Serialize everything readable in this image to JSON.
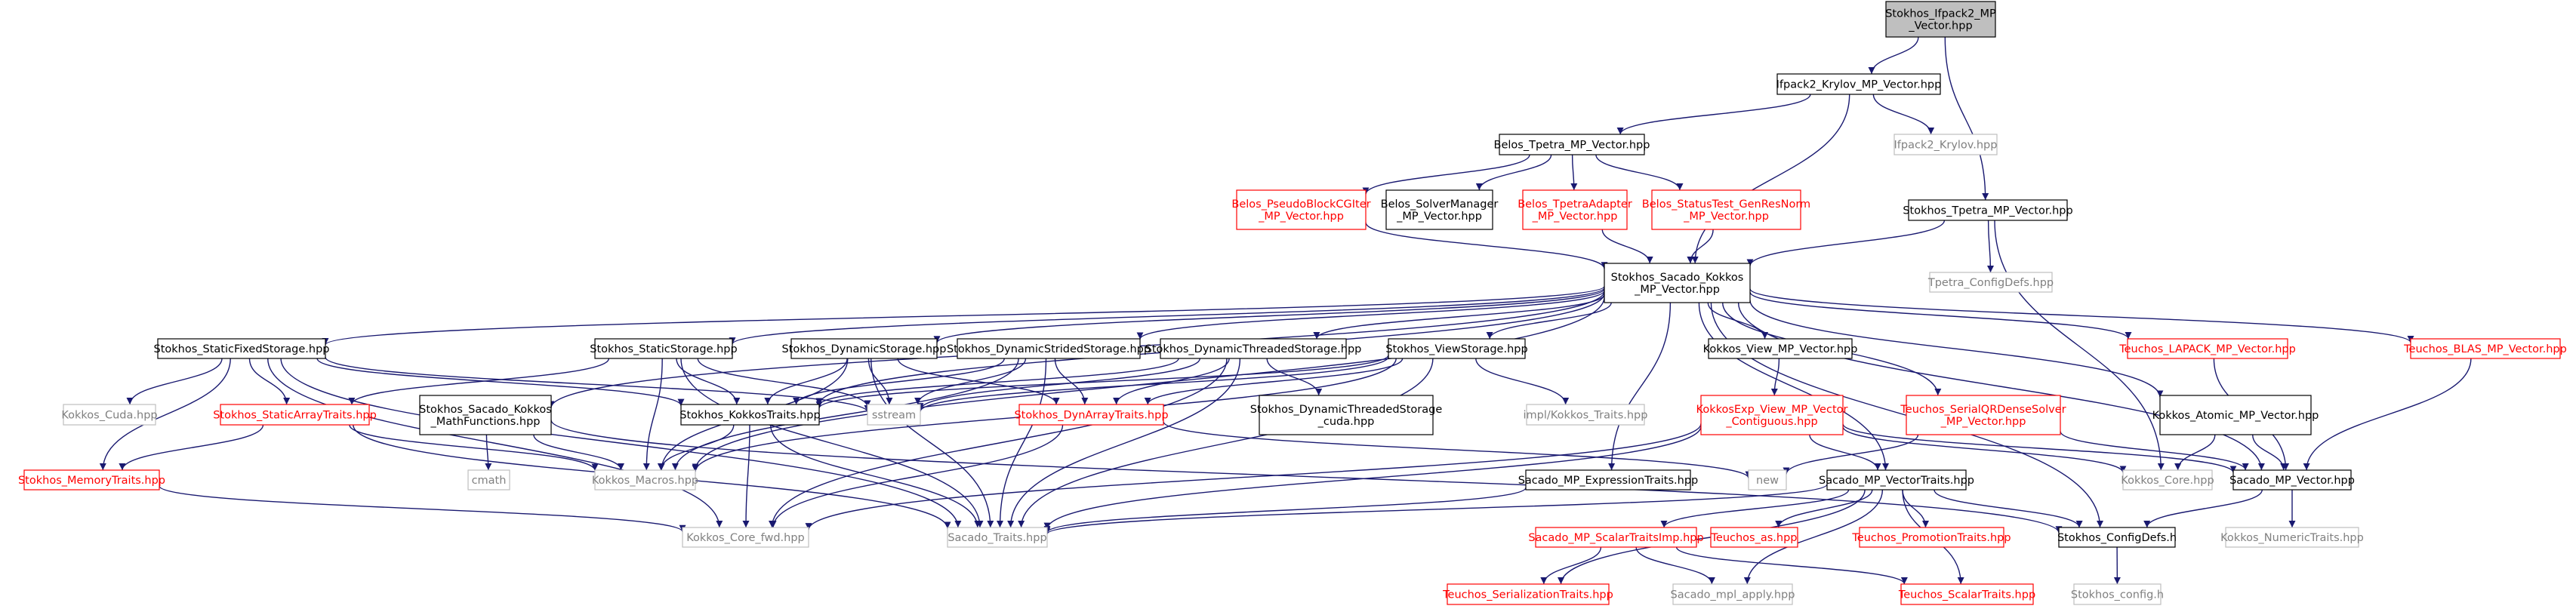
{
  "colors": {
    "edge": "#191970",
    "normal_border": "#000000",
    "normal_text": "#000000",
    "root_fill": "#bfbfbf",
    "linked_red_border": "#ff0000",
    "linked_red_text": "#ff0000",
    "external_border": "#bfbfbf",
    "external_text": "#808080"
  },
  "nodes": [
    {
      "id": "root",
      "kind": "root",
      "lines": [
        "Stokhos_Ifpack2_MP",
        "_Vector.hpp"
      ]
    },
    {
      "id": "ifpack2_krylov_mp",
      "kind": "normal",
      "lines": [
        "Ifpack2_Krylov_MP_Vector.hpp"
      ]
    },
    {
      "id": "ifpack2_krylov",
      "kind": "external",
      "lines": [
        "Ifpack2_Krylov.hpp"
      ]
    },
    {
      "id": "belos_tpetra_mp",
      "kind": "normal",
      "lines": [
        "Belos_Tpetra_MP_Vector.hpp"
      ]
    },
    {
      "id": "stokhos_tpetra_mp",
      "kind": "normal",
      "lines": [
        "Stokhos_Tpetra_MP_Vector.hpp"
      ]
    },
    {
      "id": "belos_pseudoblock",
      "kind": "red",
      "lines": [
        "Belos_PseudoBlockCGIter",
        "_MP_Vector.hpp"
      ]
    },
    {
      "id": "belos_solvermanager",
      "kind": "normal",
      "lines": [
        "Belos_SolverManager",
        "_MP_Vector.hpp"
      ]
    },
    {
      "id": "belos_tpetraadapter",
      "kind": "red",
      "lines": [
        "Belos_TpetraAdapter",
        "_MP_Vector.hpp"
      ]
    },
    {
      "id": "belos_statustest",
      "kind": "red",
      "lines": [
        "Belos_StatusTest_GenResNorm",
        "_MP_Vector.hpp"
      ]
    },
    {
      "id": "tpetra_configdefs",
      "kind": "external",
      "lines": [
        "Tpetra_ConfigDefs.hpp"
      ]
    },
    {
      "id": "sacado_kokkos_mp",
      "kind": "normal",
      "lines": [
        "Stokhos_Sacado_Kokkos",
        "_MP_Vector.hpp"
      ]
    },
    {
      "id": "static_fixed",
      "kind": "normal",
      "lines": [
        "Stokhos_StaticFixedStorage.hpp"
      ]
    },
    {
      "id": "static_storage",
      "kind": "normal",
      "lines": [
        "Stokhos_StaticStorage.hpp"
      ]
    },
    {
      "id": "dynamic_storage",
      "kind": "normal",
      "lines": [
        "Stokhos_DynamicStorage.hpp"
      ]
    },
    {
      "id": "dynamic_strided",
      "kind": "normal",
      "lines": [
        "Stokhos_DynamicStridedStorage.hpp"
      ]
    },
    {
      "id": "dynamic_threaded",
      "kind": "normal",
      "lines": [
        "Stokhos_DynamicThreadedStorage.hpp"
      ]
    },
    {
      "id": "view_storage",
      "kind": "normal",
      "lines": [
        "Stokhos_ViewStorage.hpp"
      ]
    },
    {
      "id": "kokkos_view_mp",
      "kind": "normal",
      "lines": [
        "Kokkos_View_MP_Vector.hpp"
      ]
    },
    {
      "id": "teuchos_lapack_mp",
      "kind": "red",
      "lines": [
        "Teuchos_LAPACK_MP_Vector.hpp"
      ]
    },
    {
      "id": "teuchos_blas_mp",
      "kind": "red",
      "lines": [
        "Teuchos_BLAS_MP_Vector.hpp"
      ]
    },
    {
      "id": "kokkos_cuda",
      "kind": "external",
      "lines": [
        "Kokkos_Cuda.hpp"
      ]
    },
    {
      "id": "static_array_traits",
      "kind": "red",
      "lines": [
        "Stokhos_StaticArrayTraits.hpp"
      ]
    },
    {
      "id": "sacado_kokkos_math",
      "kind": "normal",
      "lines": [
        "Stokhos_Sacado_Kokkos",
        "_MathFunctions.hpp"
      ]
    },
    {
      "id": "kokkos_traits",
      "kind": "normal",
      "lines": [
        "Stokhos_KokkosTraits.hpp"
      ]
    },
    {
      "id": "sstream",
      "kind": "external",
      "lines": [
        "sstream"
      ]
    },
    {
      "id": "dyn_array_traits",
      "kind": "red",
      "lines": [
        "Stokhos_DynArrayTraits.hpp"
      ]
    },
    {
      "id": "dyn_threaded_cuda",
      "kind": "normal",
      "lines": [
        "Stokhos_DynamicThreadedStorage",
        "_cuda.hpp"
      ]
    },
    {
      "id": "impl_kokkos_traits",
      "kind": "external",
      "lines": [
        "impl/Kokkos_Traits.hpp"
      ]
    },
    {
      "id": "kokkosexp_view",
      "kind": "red",
      "lines": [
        "KokkosExp_View_MP_Vector",
        "_Contiguous.hpp"
      ]
    },
    {
      "id": "teuchos_serialqr",
      "kind": "red",
      "lines": [
        "Teuchos_SerialQRDenseSolver",
        "_MP_Vector.hpp"
      ]
    },
    {
      "id": "kokkos_atomic_mp",
      "kind": "normal",
      "lines": [
        "Kokkos_Atomic_MP_Vector.hpp"
      ]
    },
    {
      "id": "memory_traits",
      "kind": "red",
      "lines": [
        "Stokhos_MemoryTraits.hpp"
      ]
    },
    {
      "id": "cmath",
      "kind": "external",
      "lines": [
        "cmath"
      ]
    },
    {
      "id": "kokkos_macros",
      "kind": "external",
      "lines": [
        "Kokkos_Macros.hpp"
      ]
    },
    {
      "id": "sacado_mp_expr",
      "kind": "normal",
      "lines": [
        "Sacado_MP_ExpressionTraits.hpp"
      ]
    },
    {
      "id": "new",
      "kind": "external",
      "lines": [
        "new"
      ]
    },
    {
      "id": "sacado_mp_vector_traits",
      "kind": "normal",
      "lines": [
        "Sacado_MP_VectorTraits.hpp"
      ]
    },
    {
      "id": "kokkos_core",
      "kind": "external",
      "lines": [
        "Kokkos_Core.hpp"
      ]
    },
    {
      "id": "sacado_mp_vector",
      "kind": "normal",
      "lines": [
        "Sacado_MP_Vector.hpp"
      ]
    },
    {
      "id": "kokkos_core_fwd",
      "kind": "external",
      "lines": [
        "Kokkos_Core_fwd.hpp"
      ]
    },
    {
      "id": "sacado_traits",
      "kind": "external",
      "lines": [
        "Sacado_Traits.hpp"
      ]
    },
    {
      "id": "sacado_mp_scalartraitsimp",
      "kind": "red",
      "lines": [
        "Sacado_MP_ScalarTraitsImp.hpp"
      ]
    },
    {
      "id": "teuchos_as",
      "kind": "red",
      "lines": [
        "Teuchos_as.hpp"
      ]
    },
    {
      "id": "teuchos_promotion",
      "kind": "red",
      "lines": [
        "Teuchos_PromotionTraits.hpp"
      ]
    },
    {
      "id": "stokhos_configdefs",
      "kind": "normal",
      "lines": [
        "Stokhos_ConfigDefs.h"
      ]
    },
    {
      "id": "kokkos_numeric",
      "kind": "external",
      "lines": [
        "Kokkos_NumericTraits.hpp"
      ]
    },
    {
      "id": "teuchos_serialization",
      "kind": "red",
      "lines": [
        "Teuchos_SerializationTraits.hpp"
      ]
    },
    {
      "id": "sacado_mpl_apply",
      "kind": "external",
      "lines": [
        "Sacado_mpl_apply.hpp"
      ]
    },
    {
      "id": "teuchos_scalartraits",
      "kind": "red",
      "lines": [
        "Teuchos_ScalarTraits.hpp"
      ]
    },
    {
      "id": "stokhos_config",
      "kind": "external",
      "lines": [
        "Stokhos_config.h"
      ]
    }
  ],
  "edges": [
    [
      "root",
      "ifpack2_krylov_mp"
    ],
    [
      "root",
      "stokhos_tpetra_mp"
    ],
    [
      "ifpack2_krylov_mp",
      "belos_tpetra_mp"
    ],
    [
      "ifpack2_krylov_mp",
      "ifpack2_krylov"
    ],
    [
      "ifpack2_krylov_mp",
      "sacado_kokkos_mp"
    ],
    [
      "belos_tpetra_mp",
      "belos_pseudoblock"
    ],
    [
      "belos_tpetra_mp",
      "belos_solvermanager"
    ],
    [
      "belos_tpetra_mp",
      "belos_tpetraadapter"
    ],
    [
      "belos_tpetra_mp",
      "belos_statustest"
    ],
    [
      "belos_pseudoblock",
      "sacado_kokkos_mp"
    ],
    [
      "belos_tpetraadapter",
      "sacado_kokkos_mp"
    ],
    [
      "belos_statustest",
      "sacado_kokkos_mp"
    ],
    [
      "stokhos_tpetra_mp",
      "sacado_kokkos_mp"
    ],
    [
      "stokhos_tpetra_mp",
      "tpetra_configdefs"
    ],
    [
      "stokhos_tpetra_mp",
      "kokkos_core"
    ],
    [
      "sacado_kokkos_mp",
      "static_fixed"
    ],
    [
      "sacado_kokkos_mp",
      "static_storage"
    ],
    [
      "sacado_kokkos_mp",
      "dynamic_storage"
    ],
    [
      "sacado_kokkos_mp",
      "dynamic_strided"
    ],
    [
      "sacado_kokkos_mp",
      "dynamic_threaded"
    ],
    [
      "sacado_kokkos_mp",
      "view_storage"
    ],
    [
      "sacado_kokkos_mp",
      "kokkos_view_mp"
    ],
    [
      "sacado_kokkos_mp",
      "teuchos_lapack_mp"
    ],
    [
      "sacado_kokkos_mp",
      "teuchos_blas_mp"
    ],
    [
      "sacado_kokkos_mp",
      "sacado_kokkos_math"
    ],
    [
      "sacado_kokkos_mp",
      "kokkos_traits"
    ],
    [
      "sacado_kokkos_mp",
      "kokkos_macros"
    ],
    [
      "sacado_kokkos_mp",
      "sacado_mp_expr"
    ],
    [
      "sacado_kokkos_mp",
      "sacado_mp_vector_traits"
    ],
    [
      "sacado_kokkos_mp",
      "teuchos_serialqr"
    ],
    [
      "sacado_kokkos_mp",
      "kokkos_atomic_mp"
    ],
    [
      "sacado_kokkos_mp",
      "sacado_mp_vector"
    ],
    [
      "sacado_kokkos_mp",
      "stokhos_configdefs"
    ],
    [
      "static_fixed",
      "kokkos_cuda"
    ],
    [
      "static_fixed",
      "static_array_traits"
    ],
    [
      "static_fixed",
      "memory_traits"
    ],
    [
      "static_fixed",
      "kokkos_traits"
    ],
    [
      "static_fixed",
      "sstream"
    ],
    [
      "static_fixed",
      "sacado_traits"
    ],
    [
      "static_fixed",
      "kokkos_core_fwd"
    ],
    [
      "static_storage",
      "static_array_traits"
    ],
    [
      "static_storage",
      "kokkos_traits"
    ],
    [
      "static_storage",
      "sstream"
    ],
    [
      "static_storage",
      "kokkos_macros"
    ],
    [
      "static_storage",
      "sacado_traits"
    ],
    [
      "dynamic_storage",
      "dyn_array_traits"
    ],
    [
      "dynamic_storage",
      "kokkos_traits"
    ],
    [
      "dynamic_storage",
      "sstream"
    ],
    [
      "dynamic_storage",
      "kokkos_macros"
    ],
    [
      "dynamic_storage",
      "sacado_traits"
    ],
    [
      "dynamic_strided",
      "dyn_array_traits"
    ],
    [
      "dynamic_strided",
      "kokkos_traits"
    ],
    [
      "dynamic_strided",
      "sstream"
    ],
    [
      "dynamic_strided",
      "kokkos_macros"
    ],
    [
      "dynamic_strided",
      "sacado_traits"
    ],
    [
      "dynamic_threaded",
      "dyn_array_traits"
    ],
    [
      "dynamic_threaded",
      "kokkos_traits"
    ],
    [
      "dynamic_threaded",
      "dyn_threaded_cuda"
    ],
    [
      "dynamic_threaded",
      "sstream"
    ],
    [
      "dynamic_threaded",
      "sacado_traits"
    ],
    [
      "dynamic_threaded",
      "kokkos_core_fwd"
    ],
    [
      "view_storage",
      "dyn_array_traits"
    ],
    [
      "view_storage",
      "kokkos_traits"
    ],
    [
      "view_storage",
      "impl_kokkos_traits"
    ],
    [
      "view_storage",
      "sstream"
    ],
    [
      "view_storage",
      "kokkos_macros"
    ],
    [
      "view_storage",
      "sacado_traits"
    ],
    [
      "kokkos_view_mp",
      "kokkosexp_view"
    ],
    [
      "kokkosexp_view",
      "sacado_mp_vector_traits"
    ],
    [
      "kokkosexp_view",
      "kokkos_core"
    ],
    [
      "kokkosexp_view",
      "sacado_mp_vector"
    ],
    [
      "kokkosexp_view",
      "kokkos_core_fwd"
    ],
    [
      "kokkosexp_view",
      "sacado_traits"
    ],
    [
      "teuchos_serialqr",
      "new"
    ],
    [
      "teuchos_serialqr",
      "sacado_mp_vector"
    ],
    [
      "kokkos_atomic_mp",
      "kokkos_core"
    ],
    [
      "kokkos_atomic_mp",
      "sacado_mp_vector"
    ],
    [
      "teuchos_lapack_mp",
      "sacado_mp_vector"
    ],
    [
      "teuchos_blas_mp",
      "sacado_mp_vector"
    ],
    [
      "static_array_traits",
      "memory_traits"
    ],
    [
      "static_array_traits",
      "kokkos_macros"
    ],
    [
      "static_array_traits",
      "sacado_traits"
    ],
    [
      "memory_traits",
      "kokkos_core_fwd"
    ],
    [
      "sacado_kokkos_math",
      "cmath"
    ],
    [
      "sacado_kokkos_math",
      "kokkos_macros"
    ],
    [
      "sacado_kokkos_math",
      "stokhos_configdefs"
    ],
    [
      "kokkos_traits",
      "kokkos_macros"
    ],
    [
      "kokkos_traits",
      "kokkos_core_fwd"
    ],
    [
      "kokkos_traits",
      "sacado_traits"
    ],
    [
      "dyn_array_traits",
      "new"
    ],
    [
      "dyn_array_traits",
      "kokkos_core_fwd"
    ],
    [
      "sacado_mp_expr",
      "sacado_traits"
    ],
    [
      "sacado_mp_vector_traits",
      "sacado_traits"
    ],
    [
      "sacado_mp_vector_traits",
      "sacado_mp_scalartraitsimp"
    ],
    [
      "sacado_mp_vector_traits",
      "teuchos_as"
    ],
    [
      "sacado_mp_vector_traits",
      "teuchos_promotion"
    ],
    [
      "sacado_mp_vector_traits",
      "stokhos_configdefs"
    ],
    [
      "sacado_mp_vector_traits",
      "teuchos_serialization"
    ],
    [
      "sacado_mp_vector_traits",
      "sacado_mpl_apply"
    ],
    [
      "sacado_mp_vector_traits",
      "teuchos_scalartraits"
    ],
    [
      "sacado_mp_scalartraitsimp",
      "teuchos_serialization"
    ],
    [
      "sacado_mp_scalartraitsimp",
      "sacado_mpl_apply"
    ],
    [
      "sacado_mp_scalartraitsimp",
      "teuchos_scalartraits"
    ],
    [
      "sacado_mp_vector",
      "stokhos_configdefs"
    ],
    [
      "sacado_mp_vector",
      "kokkos_numeric"
    ],
    [
      "stokhos_configdefs",
      "stokhos_config"
    ]
  ]
}
